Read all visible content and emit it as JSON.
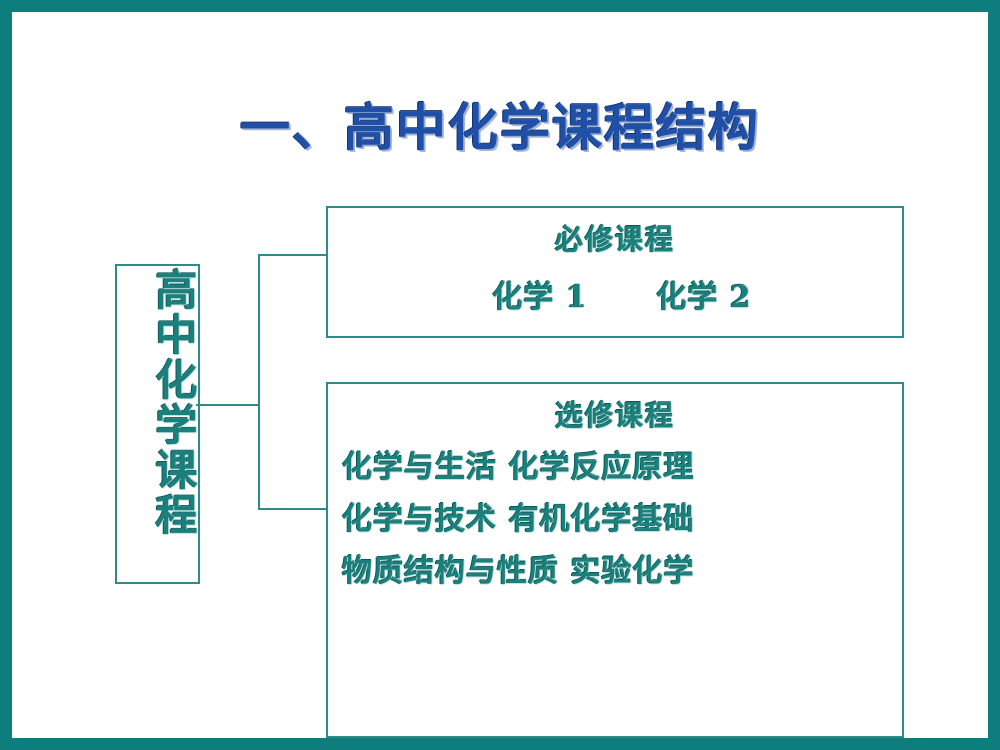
{
  "slide": {
    "title": "一、高中化学课程结构",
    "frame_color": "#0e7d7d",
    "title_color": "#1f4fa6",
    "body_color": "#1b7f7b",
    "box_border_color": "#2e8b87",
    "background": "#ffffff"
  },
  "root_node": {
    "label": "高中化学课程",
    "orientation": "vertical"
  },
  "branches": [
    {
      "heading": "必修课程",
      "items": [
        "化学 1      化学 2"
      ]
    },
    {
      "heading": "选修课程",
      "items": [
        "化学与生活                    化学反应原理",
        "化学与技术                    有机化学基础",
        "物质结构与性质        实验化学"
      ]
    }
  ],
  "connectors": {
    "type": "bracket",
    "from": "高中化学课程",
    "to": [
      "必修课程",
      "选修课程"
    ]
  }
}
